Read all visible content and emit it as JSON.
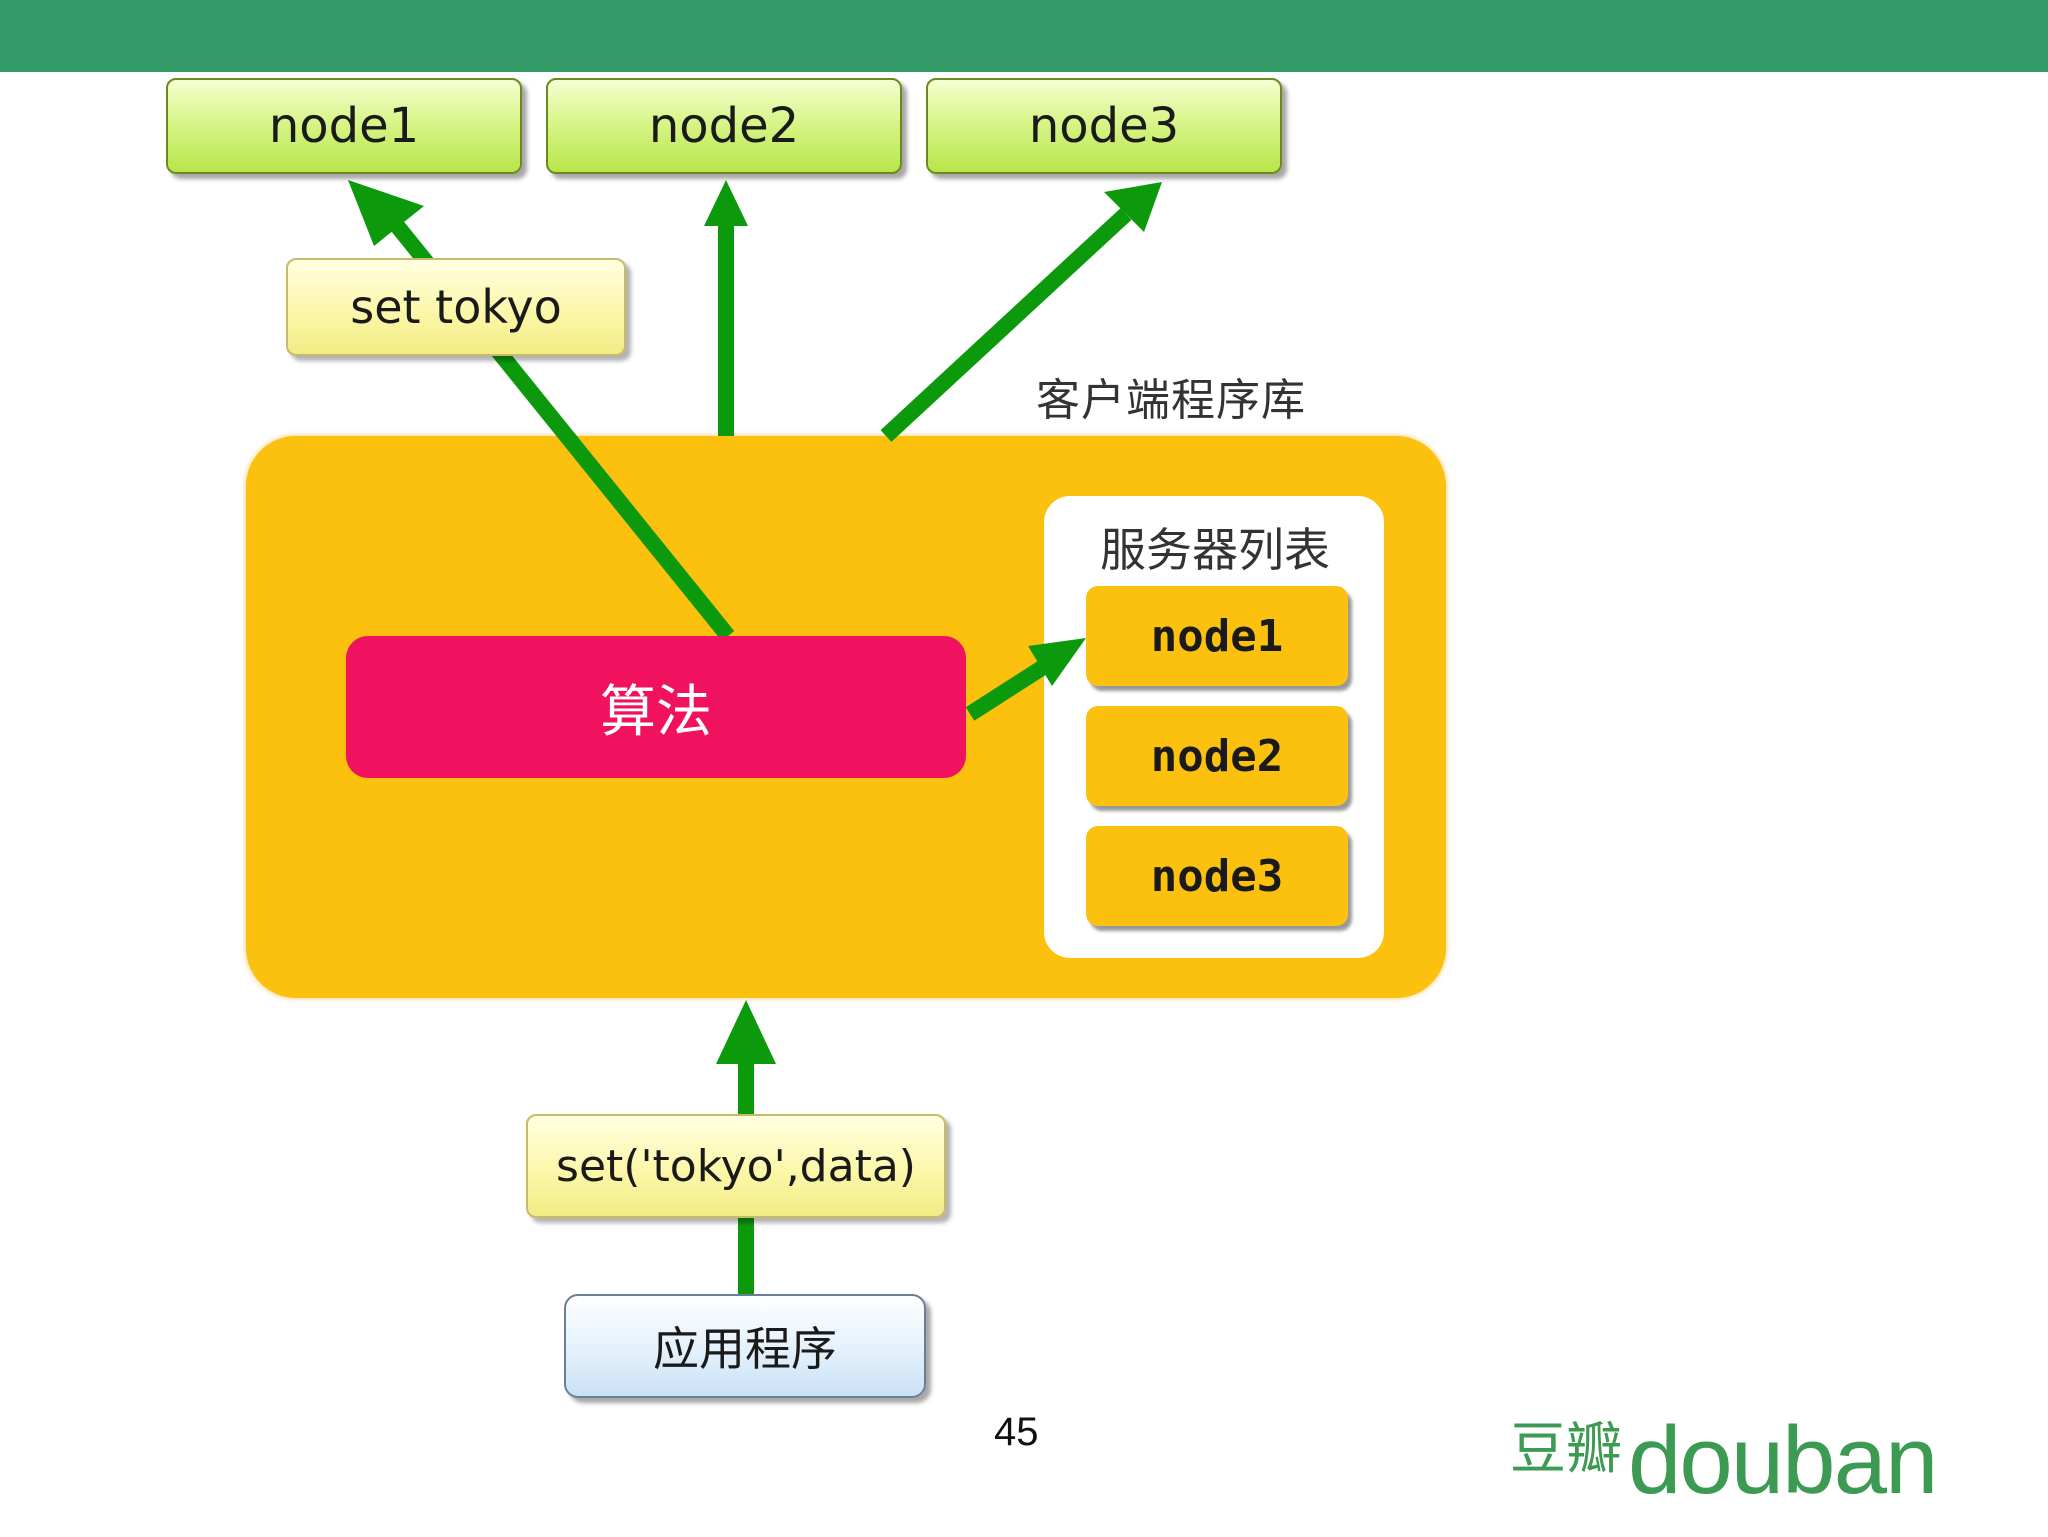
{
  "header_bar_color": "#339966",
  "top_nodes": [
    "node1",
    "node2",
    "node3"
  ],
  "request_label": "set tokyo",
  "client_library_label": "客户端程序库",
  "algorithm_label": "算法",
  "server_list": {
    "title": "服务器列表",
    "nodes": [
      "node1",
      "node2",
      "node3"
    ]
  },
  "call_label": "set('tokyo',data)",
  "application_label": "应用程序",
  "page_number": "45",
  "logo": {
    "chinese": "豆瓣",
    "latin": "douban"
  },
  "colors": {
    "arrow": "#0c9a0c",
    "client_library": "#fcc10e",
    "algorithm": "#f0115f"
  }
}
